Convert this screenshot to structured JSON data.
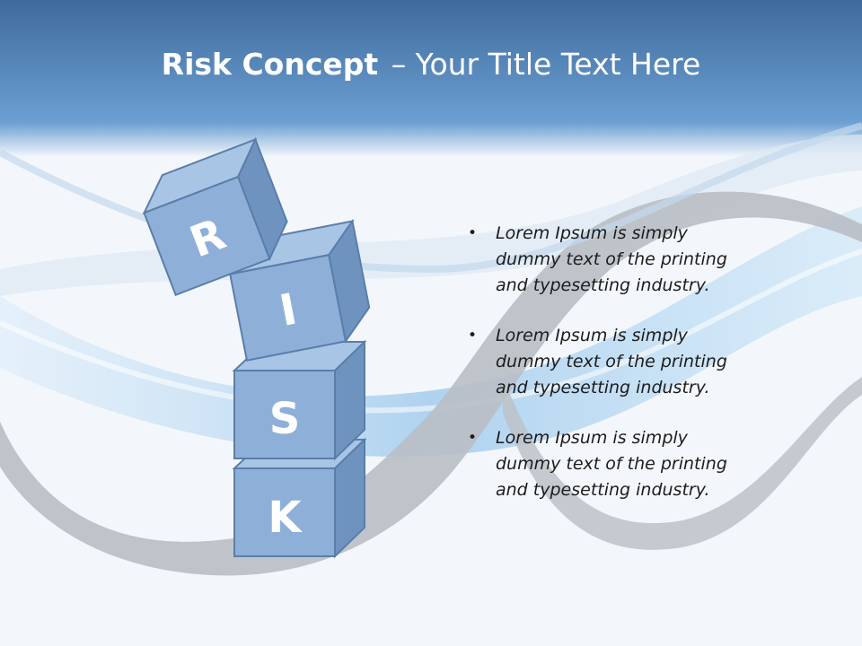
{
  "slide": {
    "title_bold": "Risk Concept",
    "title_rest": "– Your Title Text Here",
    "cubes": [
      "R",
      "I",
      "S",
      "K"
    ],
    "bullet_symbol": "•",
    "bullets": [
      {
        "lines": [
          "Lorem Ipsum is simply",
          "dummy text of the printing",
          "and typesetting industry."
        ]
      },
      {
        "lines": [
          "Lorem Ipsum is simply",
          "dummy text of the printing",
          "and typesetting industry."
        ]
      },
      {
        "lines": [
          "Lorem Ipsum is simply",
          "dummy text of the printing",
          "and typesetting industry."
        ]
      }
    ]
  },
  "colors": {
    "header_top": "#3f6b9c",
    "header_bottom": "#6c9fd2",
    "cube_front": "#8eb0d8",
    "cube_top": "#a9c5e6",
    "cube_side": "#6f93bf",
    "cube_edge": "#5a7ea9",
    "wave_grey": "#b9bec4",
    "wave_blue": "#8fc1ea"
  }
}
